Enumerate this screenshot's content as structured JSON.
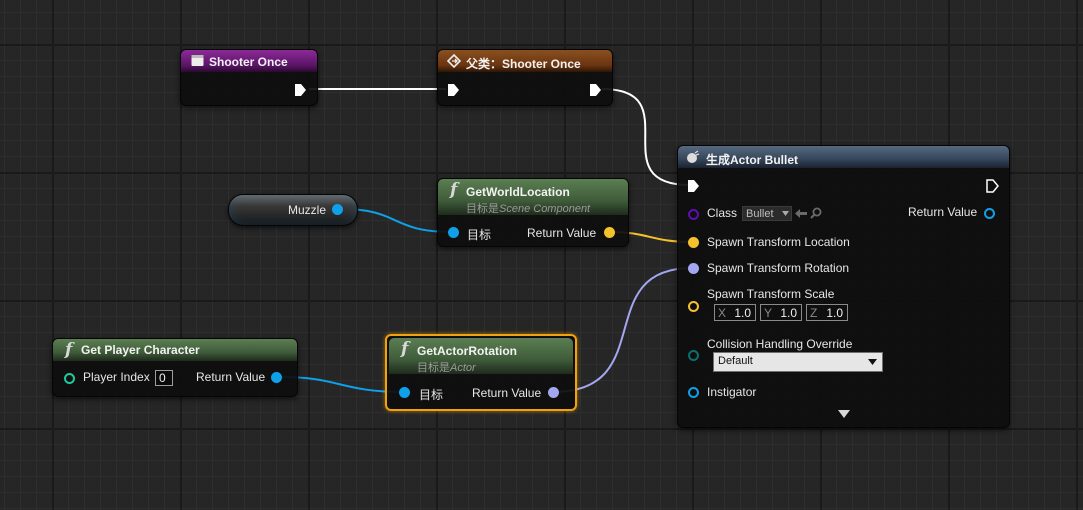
{
  "nodes": {
    "event": {
      "title": "Shooter Once"
    },
    "parent": {
      "title": "父类：Shooter Once"
    },
    "muzzle": {
      "label": "Muzzle"
    },
    "get_world_location": {
      "title": "GetWorldLocation",
      "subtitle_prefix": "目标是",
      "subtitle_target": "Scene Component",
      "target_label": "目标",
      "return_label": "Return Value"
    },
    "get_player_character": {
      "title": "Get Player Character",
      "player_index_label": "Player Index",
      "player_index_value": "0",
      "return_label": "Return Value"
    },
    "get_actor_rotation": {
      "title": "GetActorRotation",
      "subtitle_prefix": "目标是",
      "subtitle_target": "Actor",
      "target_label": "目标",
      "return_label": "Return Value"
    },
    "spawn_actor": {
      "title": "生成Actor Bullet",
      "class_label": "Class",
      "class_value": "Bullet",
      "return_label": "Return Value",
      "location_label": "Spawn Transform Location",
      "rotation_label": "Spawn Transform Rotation",
      "scale_label": "Spawn Transform Scale",
      "scale": [
        {
          "axis": "X",
          "value": "1.0"
        },
        {
          "axis": "Y",
          "value": "1.0"
        },
        {
          "axis": "Z",
          "value": "1.0"
        }
      ],
      "collision_label": "Collision Handling Override",
      "collision_value": "Default",
      "instigator_label": "Instigator"
    }
  },
  "colors": {
    "exec_wire": "#ffffff",
    "object_pin": "#0ea0e8",
    "vector_pin": "#f5c22d",
    "rotator_pin": "#a3a7f0",
    "class_pin": "#5e0fb0",
    "event_header": "#7a1d86",
    "parent_header": "#7a4016",
    "function_header": "#4b6d45",
    "spawn_header": "#3e4f63",
    "selection": "#f2a20c"
  },
  "icons": [
    "event-icon",
    "parent-call-icon",
    "function-icon",
    "spawn-actor-icon",
    "exec-pin-icon",
    "dropdown-arrow-icon",
    "arrow-left-icon",
    "search-icon",
    "expand-arrow-icon"
  ]
}
